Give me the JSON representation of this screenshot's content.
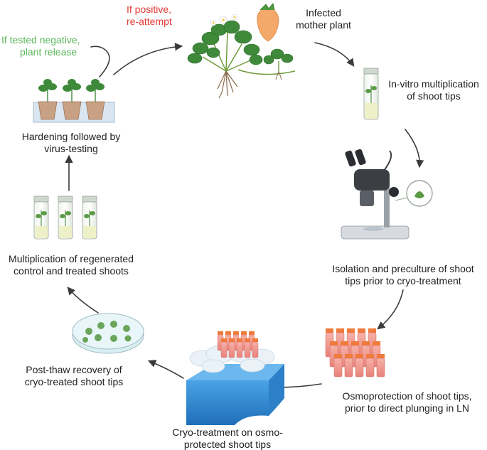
{
  "colors": {
    "negative_text": "#5cb85c",
    "positive_text": "#e53935",
    "body_text": "#222222",
    "arrow": "#3a3a3a"
  },
  "icons": {
    "strawberry_plant": "strawberry-plant-icon",
    "culture_tube": "culture-tube-icon",
    "microscope": "stereo-microscope-icon",
    "vials": "cryovial-rack-icon",
    "ln_tank": "liquid-nitrogen-bath-icon",
    "petri_dish": "petri-dish-icon",
    "tubes": "culture-tubes-icon",
    "pots": "potted-plantlets-icon"
  },
  "labels": {
    "tested_negative": [
      "If tested negative,",
      "plant release"
    ],
    "positive": [
      "If positive,",
      "re-attempt"
    ],
    "infected": [
      "Infected",
      "mother plant"
    ],
    "invitro": [
      "In-vitro multiplication",
      "of shoot tips"
    ],
    "isolation": [
      "Isolation and preculture of shoot",
      "tips prior to cryo-treatment"
    ],
    "osmo": [
      "Osmoprotection of shoot tips,",
      "prior to direct plunging in LN"
    ],
    "cryo": [
      "Cryo-treatment on osmo-",
      "protected shoot tips"
    ],
    "postthaw": [
      "Post-thaw recovery of",
      "cryo-treated shoot tips"
    ],
    "multiplication": [
      "Multiplication of regenerated",
      "control and treated shoots"
    ],
    "hardening": [
      "Hardening followed by",
      "virus-testing"
    ]
  }
}
